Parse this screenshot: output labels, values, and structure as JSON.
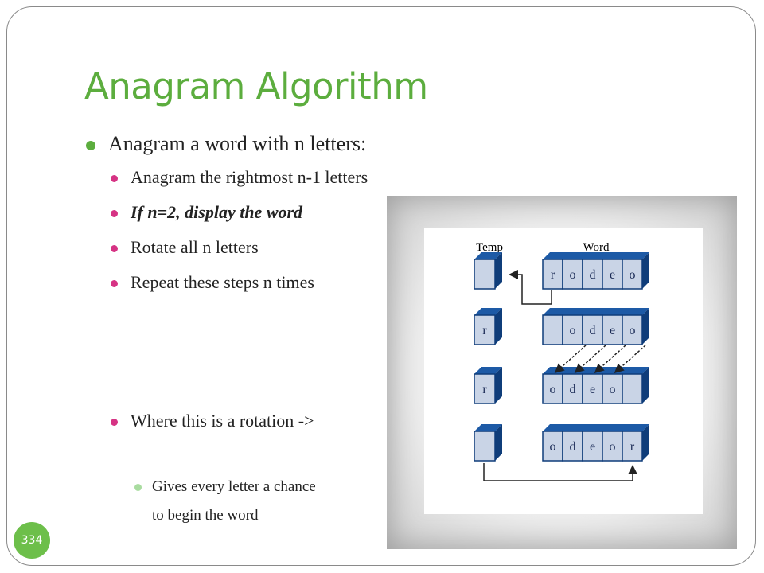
{
  "slide": {
    "title": "Anagram Algorithm",
    "page_number": "334",
    "accent_color": "#5cad3e",
    "sub_bullet_color": "#d63384"
  },
  "bullets": {
    "main": "Anagram a word with n letters:",
    "steps": [
      "Anagram the rightmost n-1 letters",
      "If n=2, display the word",
      "Rotate all n letters",
      "Repeat these steps n times"
    ],
    "rotation": "Where this is a rotation ->",
    "note_line1": "Gives every letter a chance",
    "note_line2": "to begin the word"
  },
  "diagram": {
    "temp_label": "Temp",
    "word_label": "Word",
    "rows": [
      {
        "temp": "",
        "word": [
          "r",
          "o",
          "d",
          "e",
          "o"
        ]
      },
      {
        "temp": "r",
        "word": [
          "",
          "o",
          "d",
          "e",
          "o"
        ]
      },
      {
        "temp": "r",
        "word": [
          "o",
          "d",
          "e",
          "o",
          ""
        ]
      },
      {
        "temp": "",
        "word": [
          "o",
          "d",
          "e",
          "o",
          "r"
        ]
      }
    ]
  }
}
